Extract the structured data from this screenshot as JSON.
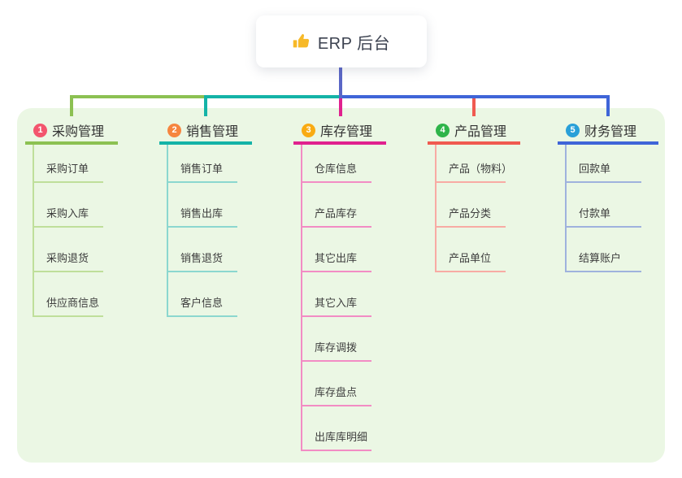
{
  "root": {
    "label": "ERP 后台",
    "icon": "thumbs-up-icon",
    "icon_color": "#f7b928"
  },
  "colors": {
    "trunk": "#5a66c6",
    "panel_bg": "#ebf7e4"
  },
  "branches": [
    {
      "badge": "1",
      "label": "采购管理",
      "badge_color": "#f3556d",
      "line_color": "#8cc152",
      "child_line_color": "#bfdf9a",
      "children": [
        "采购订单",
        "采购入库",
        "采购退货",
        "供应商信息"
      ]
    },
    {
      "badge": "2",
      "label": "销售管理",
      "badge_color": "#f6853f",
      "line_color": "#14b3a7",
      "child_line_color": "#8bd7cf",
      "children": [
        "销售订单",
        "销售出库",
        "销售退货",
        "客户信息"
      ]
    },
    {
      "badge": "3",
      "label": "库存管理",
      "badge_color": "#f9ab13",
      "line_color": "#e0218e",
      "child_line_color": "#f28cc4",
      "children": [
        "仓库信息",
        "产品库存",
        "其它出库",
        "其它入库",
        "库存调拨",
        "库存盘点",
        "出库库明细"
      ]
    },
    {
      "badge": "4",
      "label": "产品管理",
      "badge_color": "#2fb44a",
      "line_color": "#f05a50",
      "child_line_color": "#f8aba4",
      "children": [
        "产品（物料）",
        "产品分类",
        "产品单位"
      ]
    },
    {
      "badge": "5",
      "label": "财务管理",
      "badge_color": "#29a0d8",
      "line_color": "#3f65d8",
      "child_line_color": "#9fb2dd",
      "children": [
        "回款单",
        "付款单",
        "结算账户"
      ]
    }
  ]
}
